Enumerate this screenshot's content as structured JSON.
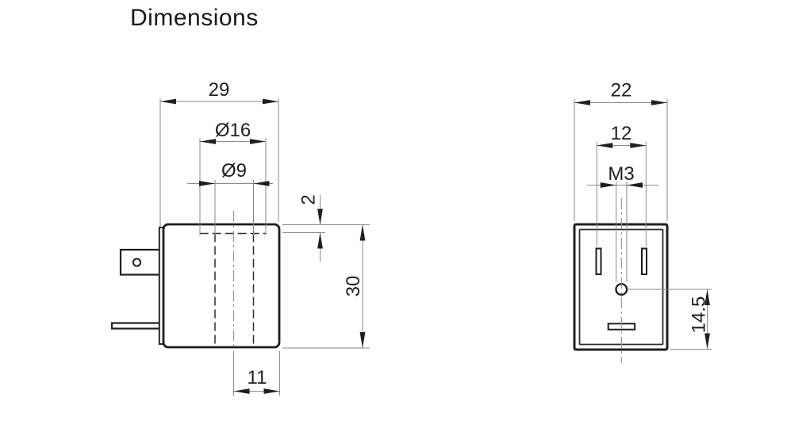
{
  "title": "Dimensions",
  "views": {
    "side_view": {
      "overall_width_mm": "29",
      "boss_diameter": "Ø16",
      "bore_diameter": "Ø9",
      "boss_height_mm": "2",
      "overall_height_mm": "30",
      "bore_offset_mm": "11"
    },
    "front_view": {
      "overall_width_mm": "22",
      "terminal_spacing_mm": "12",
      "thread_size": "M3",
      "thread_to_bottom_mm": "14.5"
    }
  }
}
